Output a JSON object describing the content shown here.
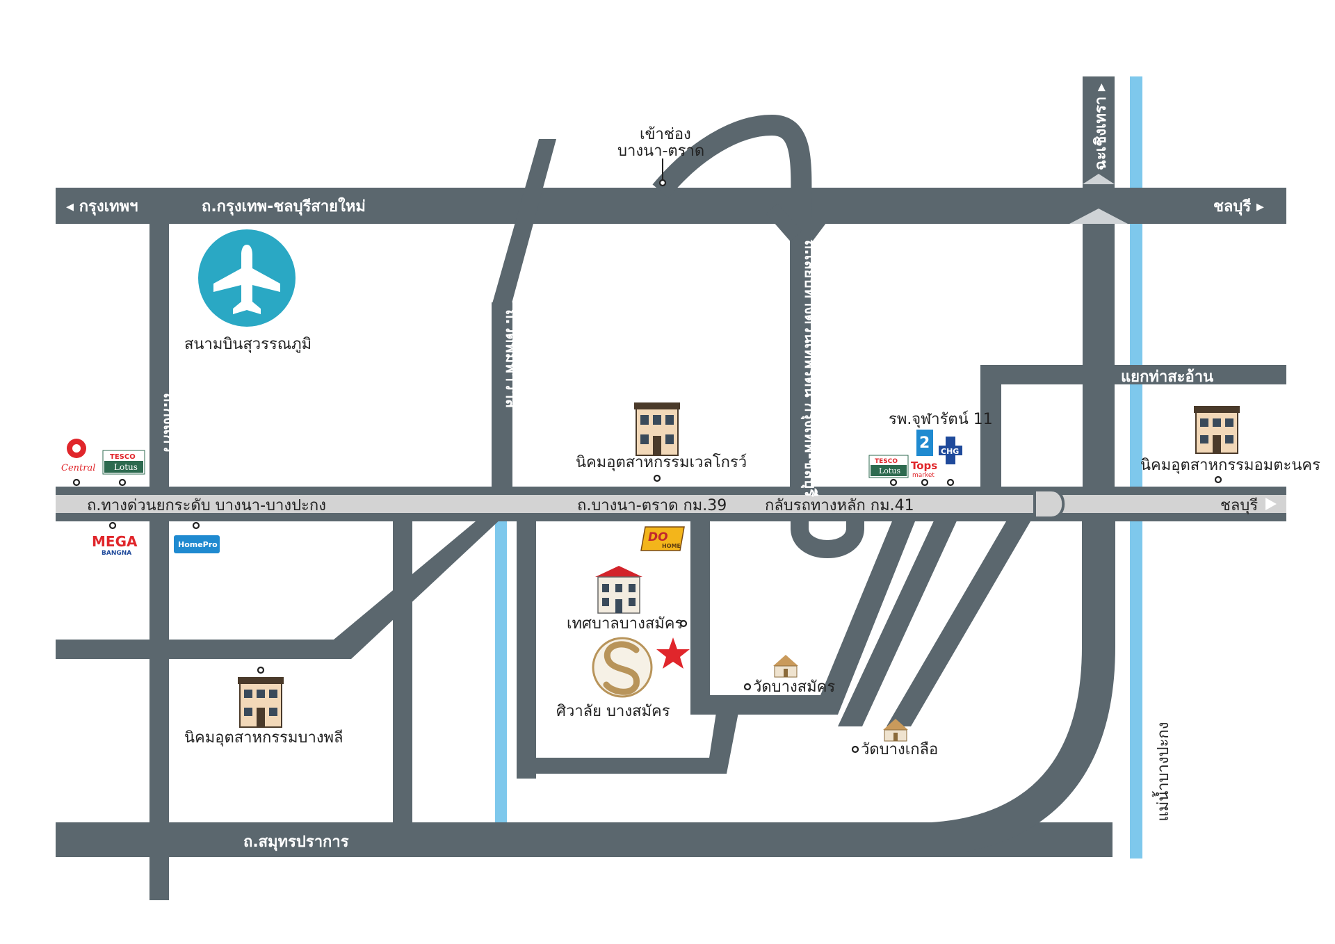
{
  "colors": {
    "road": "#5b676e",
    "expressway": "#d3d3d3",
    "river": "#7ec8ec",
    "airport": "#2aa8c4",
    "star": "#e0262b",
    "gold": "#b8945a"
  },
  "roads": {
    "top_left": "◂ กรุงเทพฯ",
    "top_main": "ถ.กรุงเทพ-ชลบุรีสายใหม่",
    "top_right": "ชลบุรี ▸",
    "interchange_line1": "เข้าช่อง",
    "interchange_line2": "บางนา-ตราด",
    "chachoengsao": "ฉะเชิงเทรา ▸",
    "king_kaeo": "ถ.กิ่งแก้ว",
    "wat_phimpha": "ถ.วัดพิมพาวาส",
    "thepparat": "ถ.เลียบทางด่วนเทพรัตน์ กรุงเทพ-ชลบุรี",
    "tha_sa_an": "แยกท่าสะอ้าน",
    "expressway": "ถ.ทางด่วนยกระดับ บางนา-บางปะกง",
    "bangna_trad": "ถ.บางนา-ตราด กม.39",
    "u_turn": "กลับรถทางหลัก กม.41",
    "expressway_right": "ชลบุรี",
    "sukhumvit": "ถ.สมุทรปราการ",
    "river": "แม่น้ำบางปะกง"
  },
  "places": {
    "airport": "สนามบินสุวรรณภูมิ",
    "wellgrow": "นิคมอุตสาหกรรมเวลโกรว์",
    "amata": "นิคมอุตสาหกรรมอมตะนคร",
    "bangplee": "นิคมอุตสาหกรรมบางพลี",
    "municipality": "เทศบาลบางสมัคร",
    "sivalai": "ศิวาลัย บางสมัคร",
    "wat_bang_samak": "วัดบางสมัคร",
    "wat_bang_kluea": "วัดบางเกลือ",
    "hospital": "รพ.จุฬารัตน์ 11"
  },
  "logos": {
    "central": "Central",
    "tesco_top": "TESCO",
    "lotus": "Lotus",
    "mega_a": "MEGA",
    "mega_b": "BANGNA",
    "homepro": "HomePro",
    "dohome_a": "DO",
    "dohome_b": "HOME",
    "tops_a": "Tops",
    "tops_b": "market",
    "chg": "CHG"
  }
}
